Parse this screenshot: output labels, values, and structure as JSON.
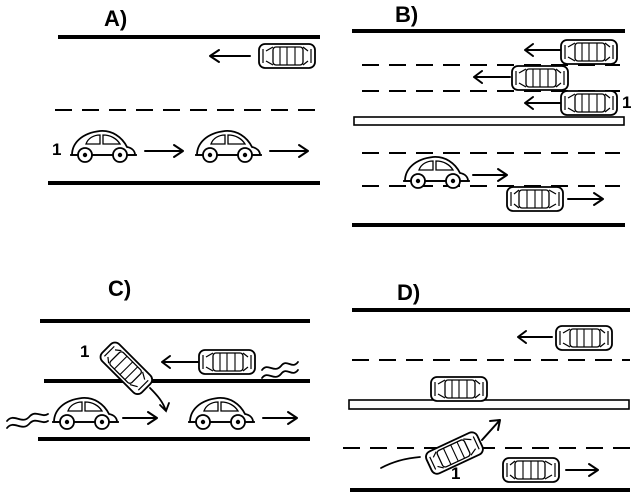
{
  "panels": {
    "a": {
      "label": "A)",
      "car_number": "1"
    },
    "b": {
      "label": "B)",
      "car_number": "1"
    },
    "c": {
      "label": "C)",
      "car_number": "1"
    },
    "d": {
      "label": "D)",
      "car_number": "1"
    }
  },
  "icons": {
    "beetle": "beetle-car-icon",
    "sedan": "sedan-top-view-icon",
    "arrow": "direction-arrow-icon",
    "skid": "skid-wiggle-icon"
  }
}
